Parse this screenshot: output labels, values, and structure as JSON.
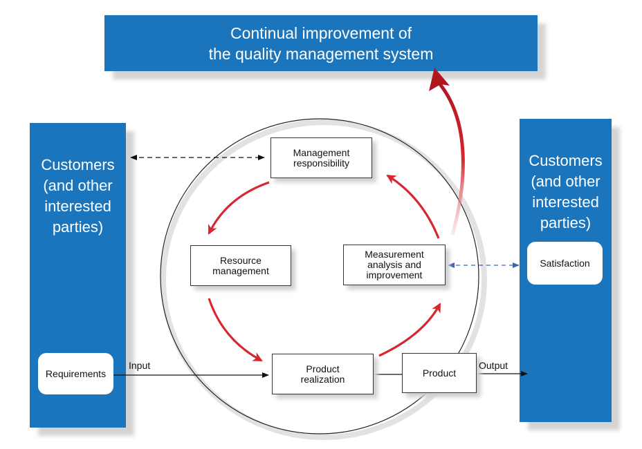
{
  "banner": {
    "line1": "Continual improvement of",
    "line2": "the quality management system"
  },
  "left_panel": {
    "title_lines": [
      "Customers",
      "(and other",
      "interested",
      "parties)"
    ],
    "pill": "Requirements"
  },
  "right_panel": {
    "title_lines": [
      "Customers",
      "(and other",
      "interested",
      "parties)"
    ],
    "pill": "Satisfaction"
  },
  "boxes": {
    "management": [
      "Management",
      "responsibility"
    ],
    "resource": [
      "Resource",
      "management"
    ],
    "measurement": [
      "Measurement",
      "analysis and",
      "improvement"
    ],
    "realization": [
      "Product",
      "realization"
    ],
    "product": "Product"
  },
  "flow_labels": {
    "input": "Input",
    "output": "Output"
  },
  "colors": {
    "panel_blue": "#1b75bc",
    "cycle_red": "#d7262f",
    "info_dashed_blue": "#3a64b0"
  }
}
